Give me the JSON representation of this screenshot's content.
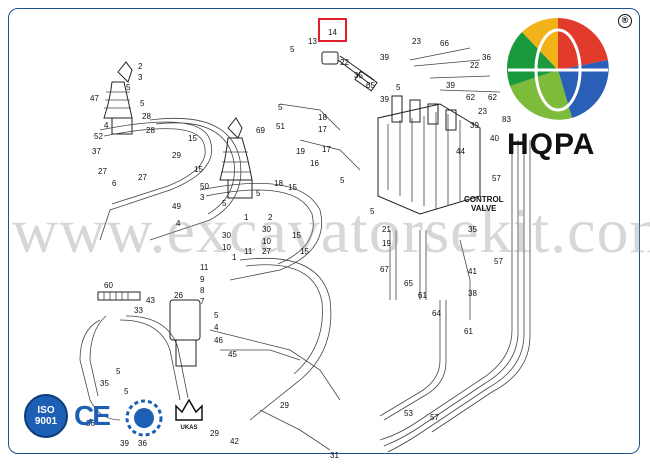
{
  "highlighted_part": "14",
  "control_valve_label": [
    "CONTROL",
    "VALVE"
  ],
  "watermark": "www.excavatorsekit.com",
  "brand": {
    "name": "HQPA",
    "registered_mark": "®",
    "colors": [
      "#1a9a3c",
      "#f2b21a",
      "#e23a2b",
      "#2a5fb8",
      "#7dbb3a"
    ]
  },
  "badges": {
    "iso_top": "ISO",
    "iso_bottom": "9001",
    "ce": "CE",
    "ukas": "UKAS"
  },
  "labels": {
    "l1": "2",
    "l2": "3",
    "l3": "5",
    "l4": "47",
    "l5": "5",
    "l6": "4",
    "l7": "52",
    "l8": "28",
    "l9": "37",
    "l10": "28",
    "l11": "15",
    "l12": "29",
    "l13": "27",
    "l14": "6",
    "l15": "27",
    "l16": "15",
    "l17": "50",
    "l18": "3",
    "l19": "49",
    "l20": "5",
    "l21": "4",
    "l22": "30",
    "l23": "10",
    "l24": "1",
    "l25": "11",
    "l26": "9",
    "l27": "8",
    "l28": "7",
    "l29": "60",
    "l30": "43",
    "l31": "33",
    "l32": "26",
    "l33": "5",
    "l34": "4",
    "l35": "46",
    "l36": "45",
    "l37": "35",
    "l38": "36",
    "l39": "39",
    "l40": "36",
    "l41": "42",
    "l42": "29",
    "l43": "31",
    "l44": "13",
    "l45": "5",
    "l46": "22",
    "l47": "35",
    "l48": "65",
    "l49": "69",
    "l50": "5",
    "l51": "51",
    "l52": "18",
    "l53": "17",
    "l54": "19",
    "l55": "16",
    "l56": "17",
    "l57": "15",
    "l58": "5",
    "l59": "23",
    "l60": "66",
    "l61": "39",
    "l62": "36",
    "l63": "22",
    "l64": "62",
    "l65": "39",
    "l66": "62",
    "l67": "23",
    "l68": "39",
    "l69": "40",
    "l70": "44",
    "l71": "57",
    "l72": "21",
    "l73": "19",
    "l74": "35",
    "l75": "57",
    "l76": "67",
    "l77": "65",
    "l78": "61",
    "l79": "41",
    "l80": "38",
    "l81": "64",
    "l82": "61",
    "l83": "53",
    "l84": "57",
    "l85": "15",
    "l86": "5",
    "l87": "5",
    "l88": "5",
    "l89": "29",
    "l90": "18",
    "l91": "1",
    "l92": "2",
    "l93": "30",
    "l94": "10",
    "l95": "11",
    "l96": "27",
    "l97": "15",
    "l98": "39",
    "l99": "5",
    "l100": "83",
    "l101": "5"
  }
}
